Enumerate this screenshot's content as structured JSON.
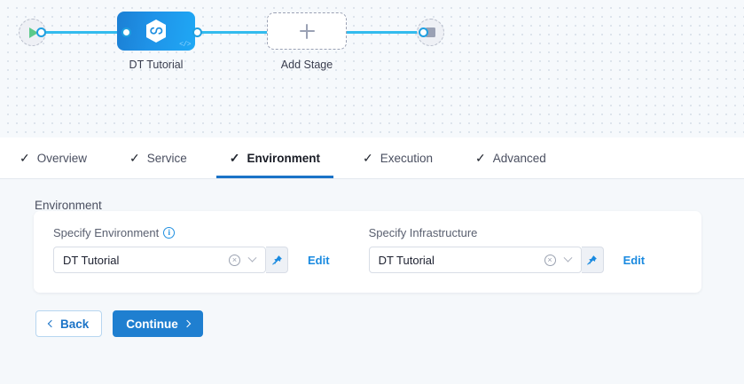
{
  "pipeline": {
    "start_node": {
      "name": "start-node",
      "icon": "play-icon"
    },
    "end_node": {
      "name": "end-node",
      "icon": "stop-icon"
    },
    "stage": {
      "label": "DT Tutorial",
      "icon": "harness-hexagon-icon",
      "code_badge": "</>"
    },
    "add_stage": {
      "label": "Add Stage",
      "icon": "plus-icon"
    }
  },
  "tabs": [
    {
      "label": "Overview",
      "check": "✓",
      "active": false
    },
    {
      "label": "Service",
      "check": "✓",
      "active": false
    },
    {
      "label": "Environment",
      "check": "✓",
      "active": true
    },
    {
      "label": "Execution",
      "check": "✓",
      "active": false
    },
    {
      "label": "Advanced",
      "check": "✓",
      "active": false
    }
  ],
  "section": {
    "title": "Environment"
  },
  "fields": {
    "environment": {
      "label": "Specify Environment",
      "has_info_icon": true,
      "info_icon": "i",
      "value": "DT Tutorial",
      "clear_icon": "×",
      "pin_icon": "pin-icon",
      "edit_label": "Edit"
    },
    "infrastructure": {
      "label": "Specify Infrastructure",
      "has_info_icon": false,
      "value": "DT Tutorial",
      "clear_icon": "×",
      "pin_icon": "pin-icon",
      "edit_label": "Edit"
    }
  },
  "footer": {
    "back_label": "Back",
    "continue_label": "Continue"
  },
  "colors": {
    "accent_blue": "#1f7fd0",
    "link_blue": "#1a8ae0",
    "connector_blue": "#33bbee",
    "node_gradient_start": "#1b7fd4",
    "node_gradient_end": "#1fa8f5",
    "play_green": "#5cc98a",
    "canvas_bg": "#f6f9fc",
    "body_bg": "#f5f8fb"
  }
}
